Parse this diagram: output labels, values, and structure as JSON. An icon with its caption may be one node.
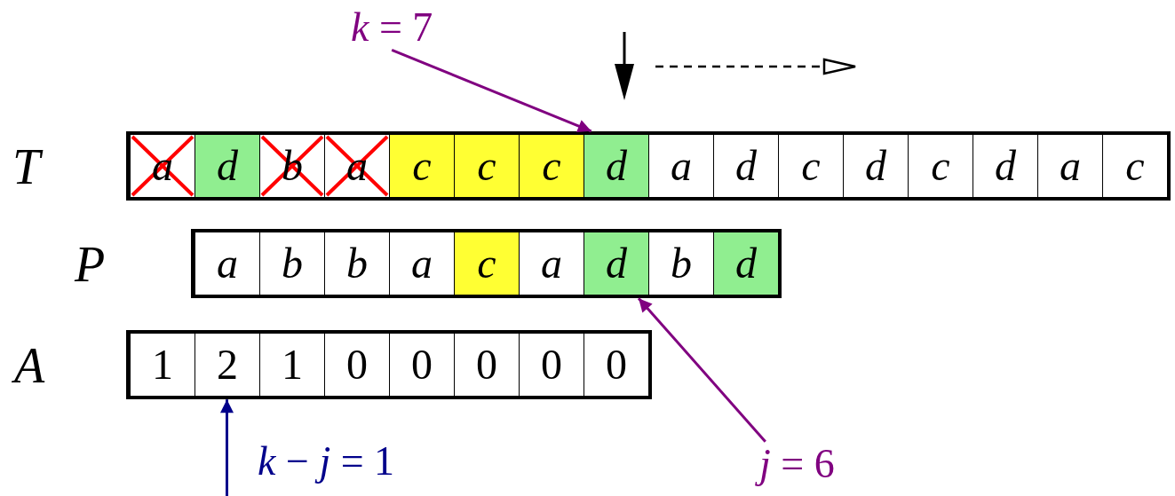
{
  "diagram": {
    "nodes": [
      {
        "text": [
          "T"
        ]
      },
      {
        "text": [
          "a"
        ],
        "in": 0
      },
      {
        "text": [
          "d"
        ],
        "in": 0
      },
      {
        "text": [
          "b"
        ],
        "in": 0
      },
      {
        "text": [
          "a"
        ],
        "in": 0
      },
      {
        "text": [
          "c"
        ],
        "in": 0
      },
      {
        "text": [
          "c"
        ],
        "in": 0
      },
      {
        "text": [
          "c"
        ],
        "in": 0
      },
      {
        "text": [
          "d"
        ],
        "in": 0
      },
      {
        "text": [
          "a"
        ],
        "in": 0
      },
      {
        "text": [
          "d"
        ],
        "in": 0
      },
      {
        "text": [
          "c"
        ],
        "in": 0
      },
      {
        "text": [
          "d"
        ],
        "in": 0
      },
      {
        "text": [
          "c"
        ],
        "in": 0
      },
      {
        "text": [
          "d"
        ],
        "in": 0
      },
      {
        "text": [
          "a"
        ],
        "in": 0
      },
      {
        "text": [
          "c"
        ],
        "in": 0
      },
      {
        "text": [
          "P"
        ]
      },
      {
        "text": [
          "a"
        ],
        "in": 17
      },
      {
        "text": [
          "b"
        ],
        "in": 17
      },
      {
        "text": [
          "b"
        ],
        "in": 17
      },
      {
        "text": [
          "a"
        ],
        "in": 17
      },
      {
        "text": [
          "c"
        ],
        "in": 17
      },
      {
        "text": [
          "a"
        ],
        "in": 17
      },
      {
        "text": [
          "d"
        ],
        "in": 17
      },
      {
        "text": [
          "b"
        ],
        "in": 17
      },
      {
        "text": [
          "d"
        ],
        "in": 17
      },
      {
        "text": [
          "A"
        ]
      },
      {
        "text": [
          "1"
        ],
        "in": 27
      },
      {
        "text": [
          "2"
        ],
        "in": 27
      },
      {
        "text": [
          "1"
        ],
        "in": 27
      },
      {
        "text": [
          "0"
        ],
        "in": 27
      },
      {
        "text": [
          "0"
        ],
        "in": 27
      },
      {
        "text": [
          "0"
        ],
        "in": 27
      },
      {
        "text": [
          "0"
        ],
        "in": 27
      },
      {
        "text": [
          "0"
        ],
        "in": 27
      },
      {
        "text": [
          "*k* = 7"
        ]
      },
      {
        "text": [
          "*j* = 6"
        ]
      }
    ],
    "edges": [
      {
        "from": 36,
        "to": 8,
        "arrow": "to"
      },
      {
        "from": 37,
        "to": 24,
        "arrow": "to"
      },
      {
        "from": null,
        "to": 29,
        "arrow": "to",
        "label": "*k* − *j* = 1",
        "color": "#00008b"
      }
    ]
  }
}
